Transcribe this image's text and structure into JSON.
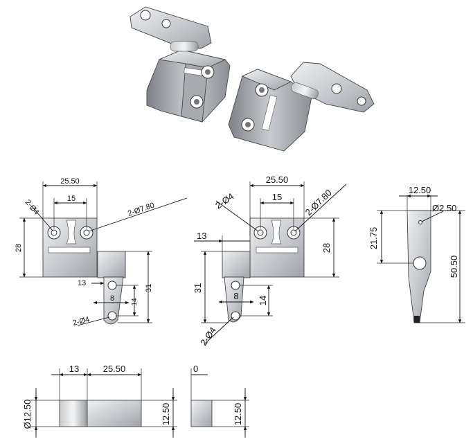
{
  "figure": {
    "type": "hinge technical drawing",
    "colors": {
      "line": "#111111",
      "metal_light": "#e6e7e9",
      "metal_mid": "#b9bcc0",
      "metal_dark": "#8d9095",
      "background": "#ffffff"
    }
  },
  "view_left": {
    "dims": {
      "top_width": "25.50",
      "hole_spacing": "15",
      "small_holes_top": "2-Ø4",
      "large_holes": "2-Ø7.80",
      "block_height": "28",
      "arm_offset": "13",
      "arm_length": "31",
      "arm_width": "8",
      "arm_hole_spacing": "14",
      "small_holes_arm": "2-Ø4"
    }
  },
  "view_right": {
    "dims": {
      "top_width": "25.50",
      "hole_spacing": "15",
      "small_holes_top": "2-Ø4",
      "large_holes": "2-Ø7.80",
      "arm_offset": "13",
      "block_height": "28",
      "arm_length": "31",
      "arm_width": "8",
      "arm_hole_spacing": "14",
      "small_holes_arm": "2-Ø4"
    }
  },
  "view_side": {
    "dims": {
      "width": "12.50",
      "pin_hole": "Ø2.50",
      "upper_height": "21.75",
      "total_height": "50.50"
    }
  },
  "view_bottom_left": {
    "dims": {
      "pin_length": "13",
      "block_length": "25.50",
      "diameter": "Ø12.50",
      "height": "12.50"
    }
  },
  "view_bottom_right": {
    "dims": {
      "offset": "0",
      "height": "12.50"
    }
  }
}
